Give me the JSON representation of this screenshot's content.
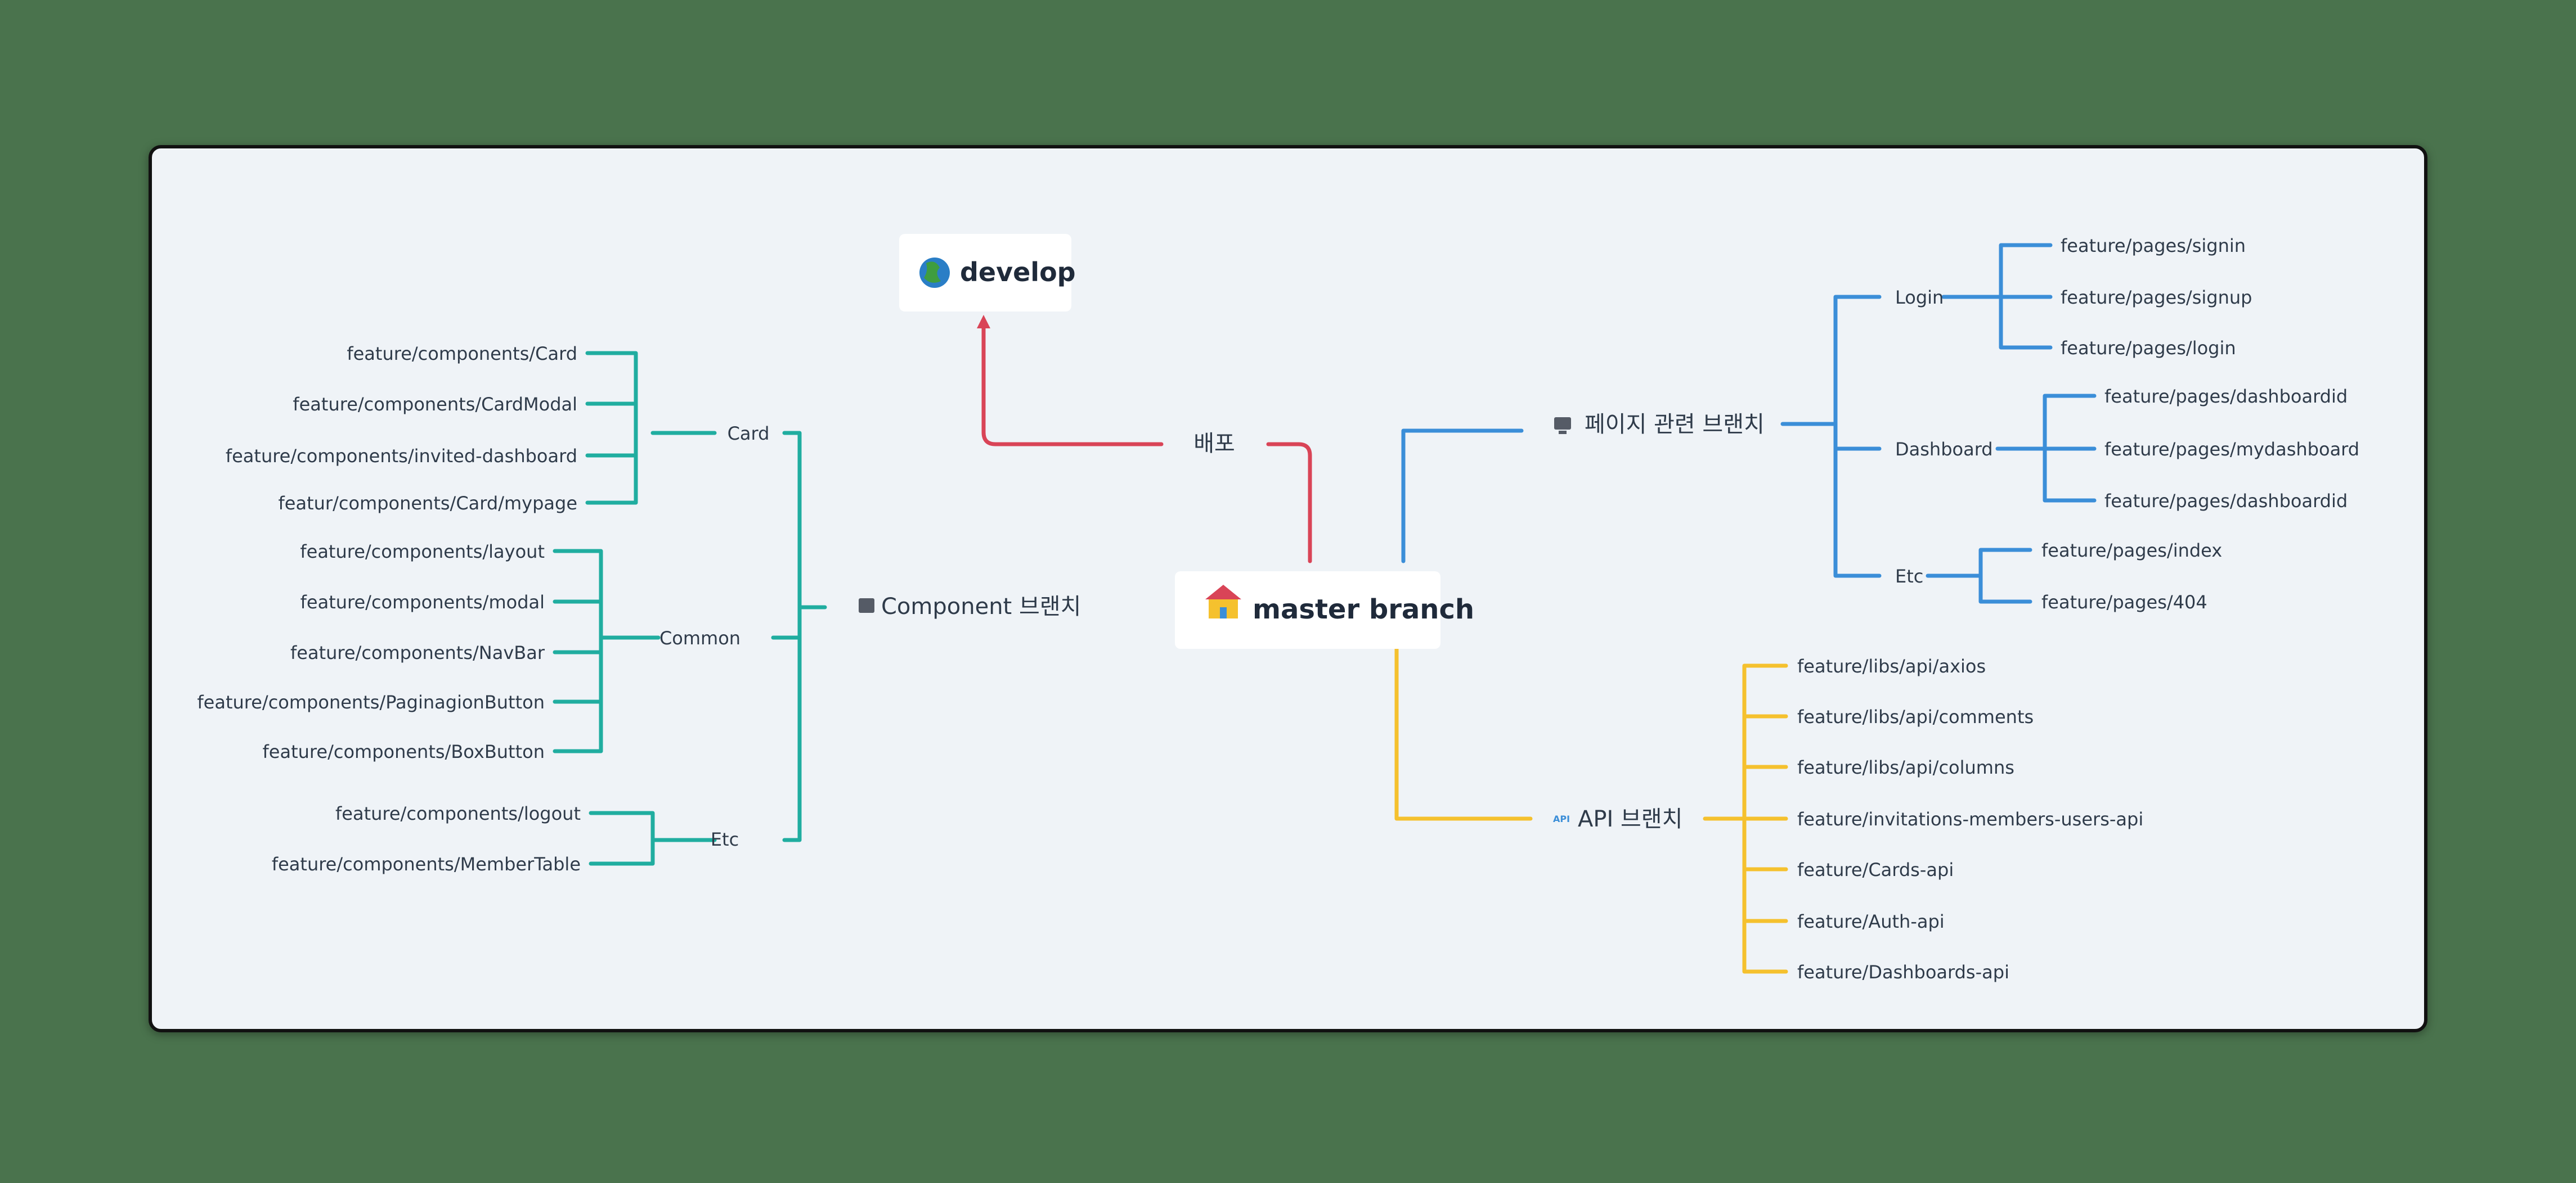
{
  "root": {
    "label": "master branch",
    "icon": "house-icon"
  },
  "deploy": {
    "edge_label": "배포",
    "target": "develop",
    "icon": "globe-icon",
    "color": "#d94457"
  },
  "component": {
    "label": "Component 브랜치",
    "icon": "puzzle-icon",
    "color": "#20ada0",
    "groups": [
      {
        "label": "Card",
        "items": [
          "feature/components/Card",
          "feature/components/CardModal",
          "feature/components/invited-dashboard",
          "featur/components/Card/mypage"
        ]
      },
      {
        "label": "Common",
        "items": [
          "feature/components/layout",
          "feature/components/modal",
          "feature/components/NavBar",
          "feature/components/PaginagionButton",
          "feature/components/BoxButton"
        ]
      },
      {
        "label": "Etc",
        "items": [
          "feature/components/logout",
          "feature/components/MemberTable"
        ]
      }
    ]
  },
  "pages": {
    "label": "페이지 관련 브랜치",
    "icon": "monitor-icon",
    "color": "#3b8ed8",
    "groups": [
      {
        "label": "Login",
        "items": [
          "feature/pages/signin",
          "feature/pages/signup",
          "feature/pages/login"
        ]
      },
      {
        "label": "Dashboard",
        "items": [
          "feature/pages/dashboardid",
          "feature/pages/mydashboard",
          "feature/pages/dashboardid"
        ]
      },
      {
        "label": "Etc",
        "items": [
          "feature/pages/index",
          "feature/pages/404"
        ]
      }
    ]
  },
  "api": {
    "label": "API 브랜치",
    "icon": "api-icon",
    "icon_text": "API",
    "color": "#f5c12e",
    "items": [
      "feature/libs/api/axios",
      "feature/libs/api/comments",
      "feature/libs/api/columns",
      "feature/invitations-members-users-api",
      "feature/Cards-api",
      "feature/Auth-api",
      "feature/Dashboards-api"
    ]
  }
}
